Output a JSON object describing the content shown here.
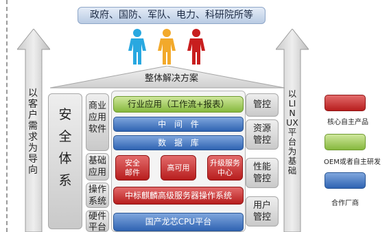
{
  "top_banner": "政府、国防、军队、电力、科研院所等",
  "roof_label": "整体解决方案",
  "left_arrow_text": "以客户需求为导向",
  "right_arrow_text": "以LINUX平台为基础",
  "security_system": "安全体系",
  "layers": {
    "business_software": "商业应用软件",
    "basic_apps": "基础应用",
    "os": "操作系统",
    "hardware": "硬件平台"
  },
  "bars": {
    "industry_apps": "行业应用（工作流+报表）",
    "middleware": "中 间 件",
    "database": "数 据 库",
    "security_mail": "安全\n邮件",
    "high_availability": "高可用",
    "upgrade_center": "升级服务\n中心",
    "os_bar": "中标麒麟高级服务器操作系统",
    "cpu_platform": "国产龙芯CPU平台"
  },
  "right_column": {
    "control": "管控",
    "resource_control": "资源管控",
    "performance_control": "性能管控",
    "user_control": "用户管控"
  },
  "legend": [
    {
      "label": "核心自主产品",
      "color": "#c62828"
    },
    {
      "label": "OEM或者自主研发",
      "color": "#8cc63f"
    },
    {
      "label": "合作厂商",
      "color": "#3a6fc4"
    }
  ],
  "colors": {
    "red": "#c62828",
    "green": "#8cc63f",
    "blue": "#3a6fc4",
    "person_blue": "#29a8e0",
    "person_orange": "#f2a92b",
    "person_red": "#c81e1e"
  }
}
